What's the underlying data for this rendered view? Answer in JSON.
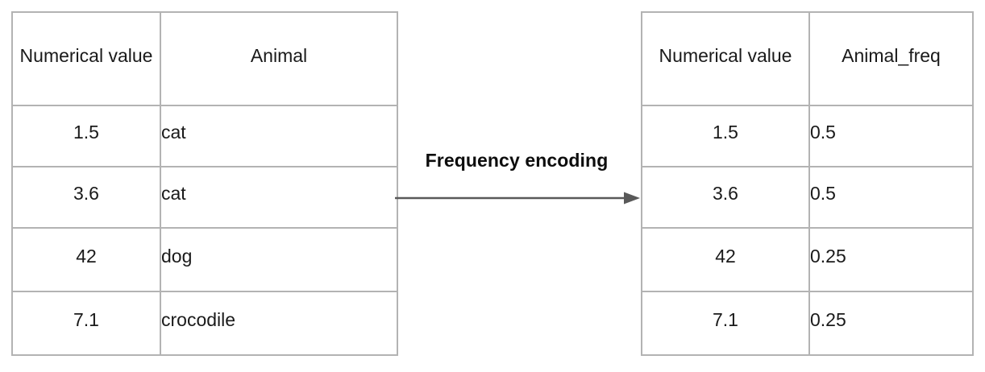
{
  "diagram": {
    "title_label": "Frequency encoding",
    "arrow": {
      "name": "rightwards-arrow",
      "color": "#595959",
      "direction": "right"
    },
    "border_color": "#b3b3b3",
    "text_color": "#1a1a1a"
  },
  "source_table": {
    "name": "original-data-table",
    "headers": [
      "Numerical value",
      "Animal"
    ],
    "rows": [
      [
        "1.5",
        "cat"
      ],
      [
        "3.6",
        "cat"
      ],
      [
        "42",
        "dog"
      ],
      [
        "7.1",
        "crocodile"
      ]
    ]
  },
  "encoded_table": {
    "name": "frequency-encoded-table",
    "headers": [
      "Numerical value",
      "Animal_freq"
    ],
    "rows": [
      [
        "1.5",
        "0.5"
      ],
      [
        "3.6",
        "0.5"
      ],
      [
        "42",
        "0.25"
      ],
      [
        "7.1",
        "0.25"
      ]
    ]
  }
}
